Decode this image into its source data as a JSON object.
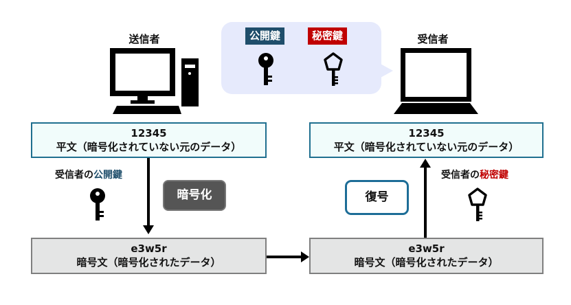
{
  "colors": {
    "public_key": "#1f4e6b",
    "private_key": "#c00000",
    "bubble_bg": "#e6eafc",
    "plain_box_bg": "#f1fcfb",
    "plain_box_border": "#1f6f8f",
    "cipher_box_bg": "#e4e5e5",
    "encrypt_badge_bg": "#555555",
    "decrypt_badge_border": "#1d6d97"
  },
  "legend": {
    "public_key_label": "公開鍵",
    "private_key_label": "秘密鍵",
    "public_key_icon": "round-key-icon",
    "private_key_icon": "pentagon-key-icon"
  },
  "sender": {
    "label": "送信者",
    "icon": "desktop-computer-icon",
    "plaintext": {
      "value": "12345",
      "description": "平文（暗号化されていない元のデータ）"
    },
    "ciphertext": {
      "value": "e3w5r",
      "description": "暗号文（暗号化されたデータ）"
    },
    "key_caption_prefix": "受信者の",
    "key_caption_key": "公開鍵",
    "process_label": "暗号化"
  },
  "receiver": {
    "label": "受信者",
    "icon": "laptop-computer-icon",
    "plaintext": {
      "value": "12345",
      "description": "平文（暗号化されていない元のデータ）"
    },
    "ciphertext": {
      "value": "e3w5r",
      "description": "暗号文（暗号化されたデータ）"
    },
    "key_caption_prefix": "受信者の",
    "key_caption_key": "秘密鍵",
    "process_label": "復号"
  }
}
